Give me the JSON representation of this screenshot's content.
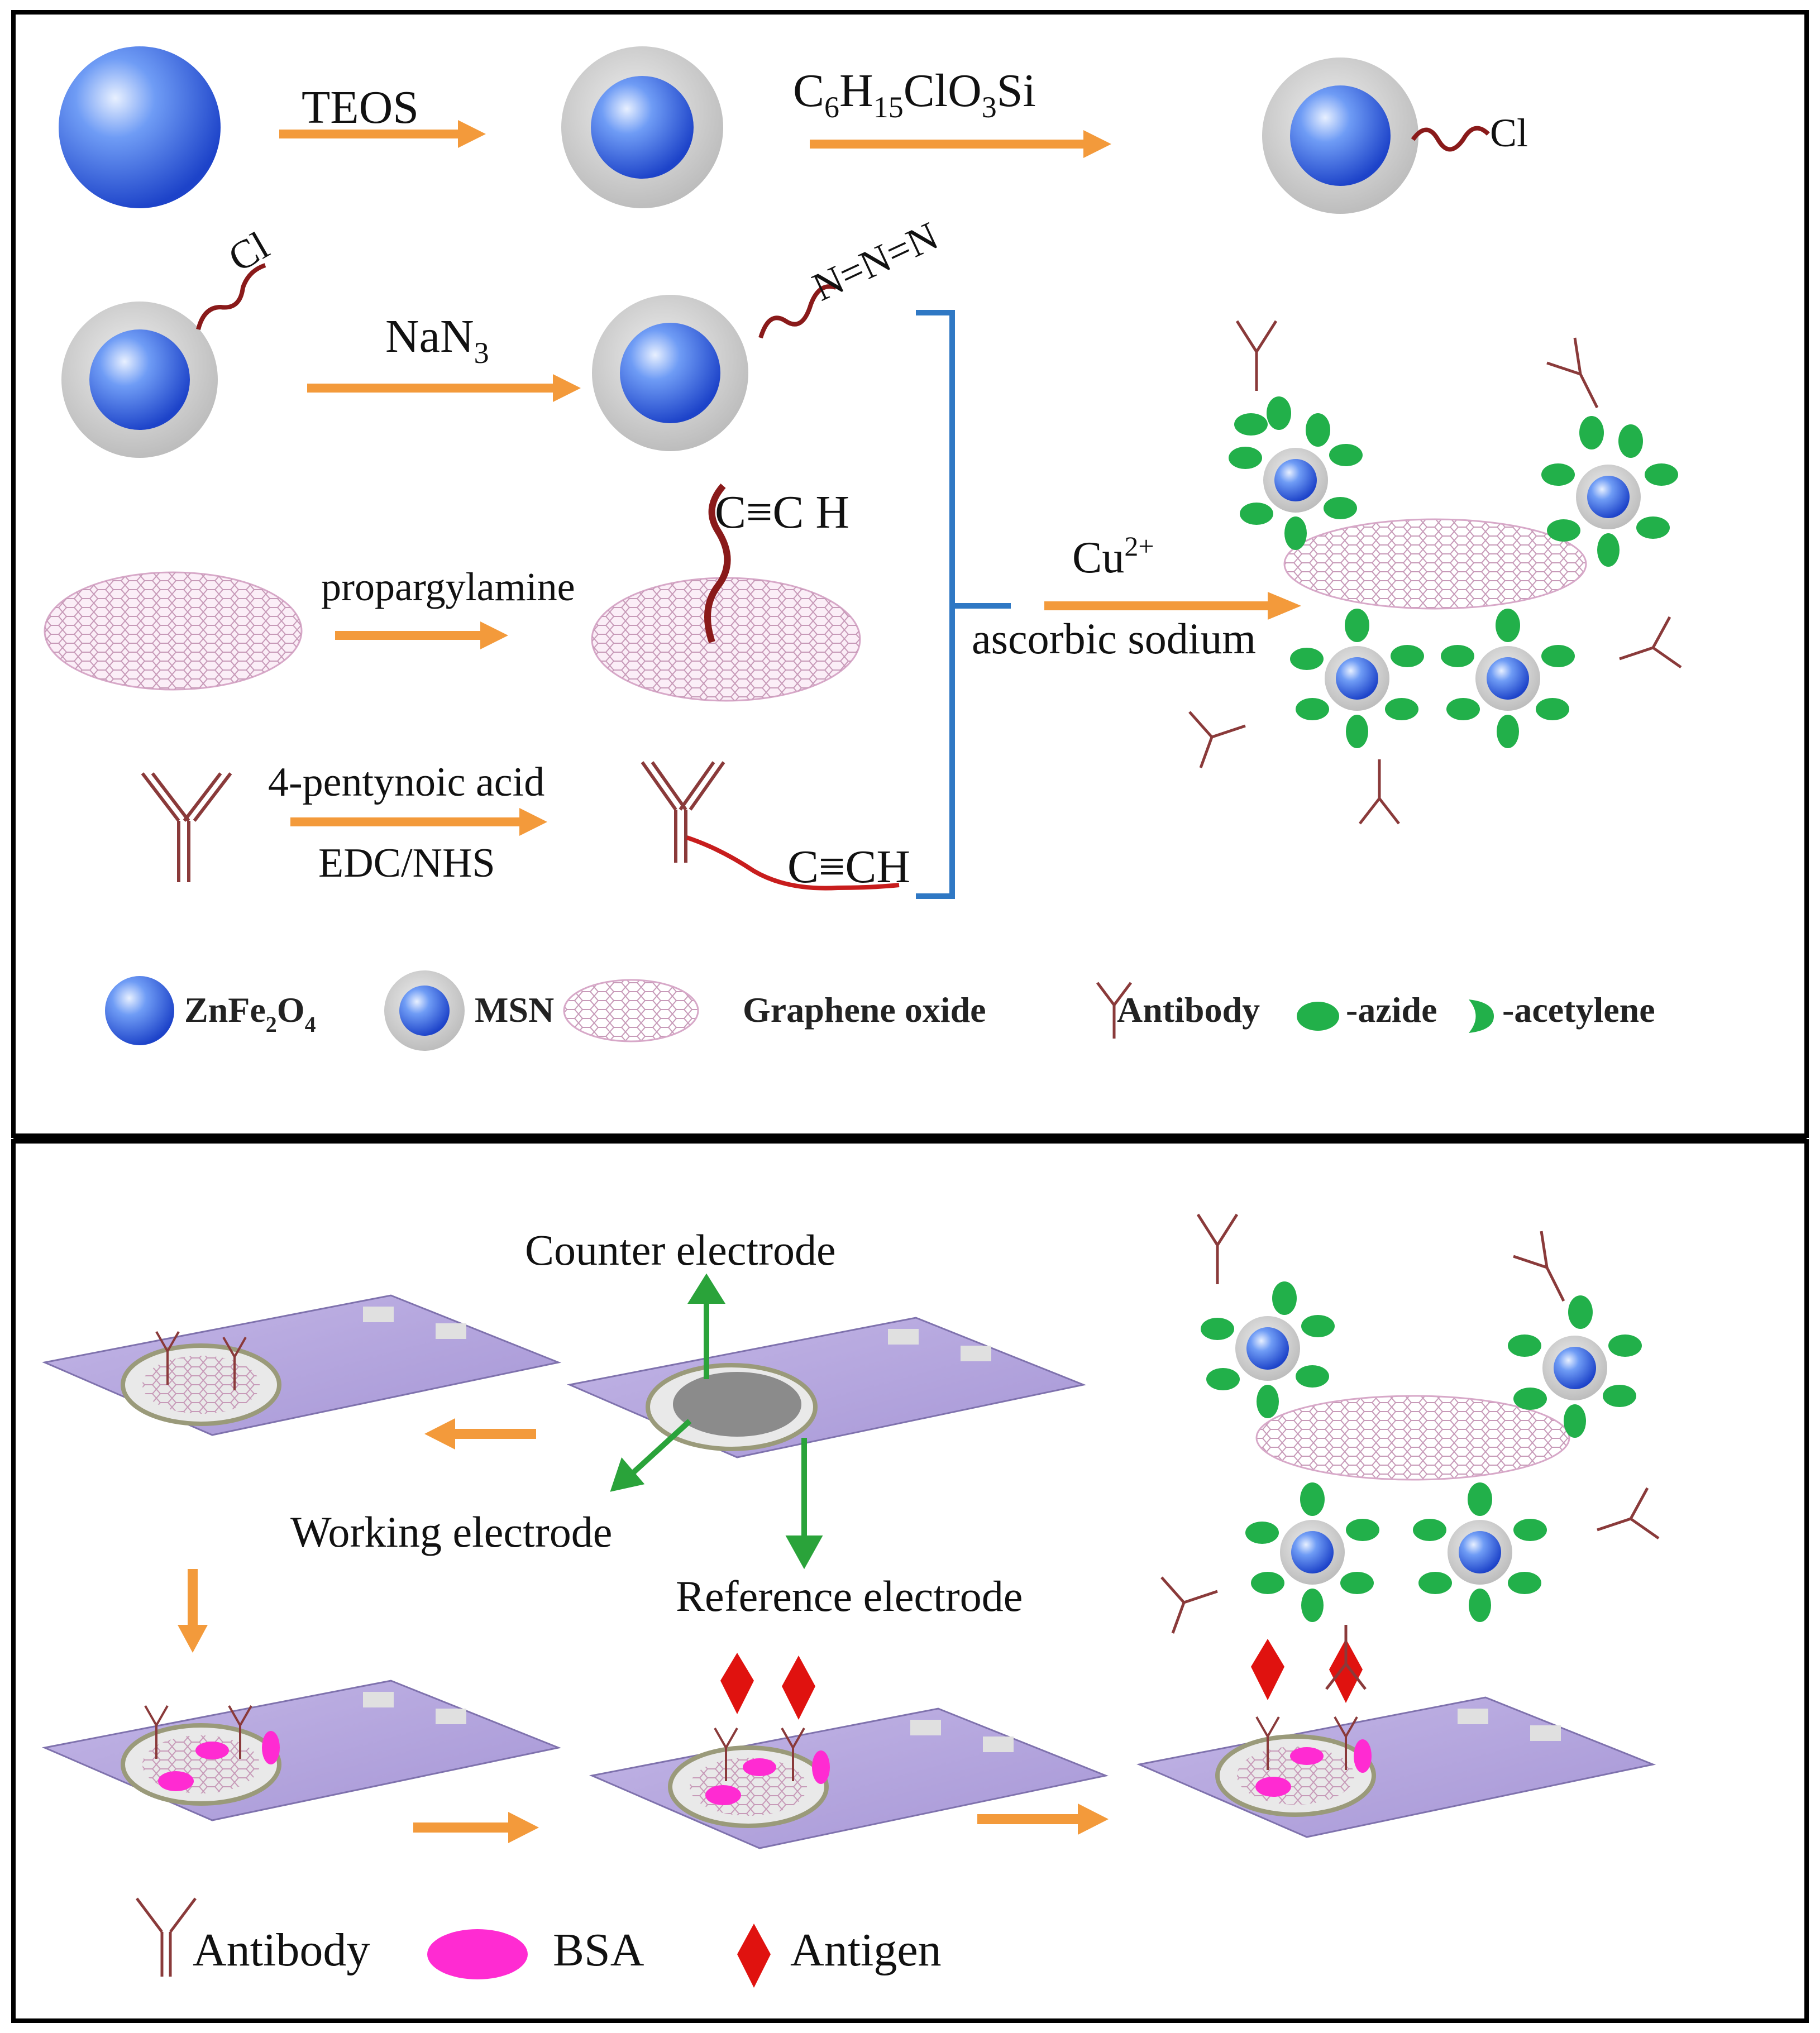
{
  "scheme_top": {
    "step1": {
      "reagent": "TEOS"
    },
    "step2": {
      "reagent_main": "C",
      "sub6": "6",
      "reagent_h": "H",
      "sub15": "15",
      "reagent_clo": "ClO",
      "sub3": "3",
      "reagent_si": "Si"
    },
    "chloro_label": "Cl",
    "step3": {
      "reagent": "NaN",
      "sub3": "3",
      "start_label": "Cl",
      "product_label": "N=N=N"
    },
    "step4": {
      "reagent": "propargylamine",
      "product_label": "C≡C H"
    },
    "step5": {
      "reagent_top": "4-pentynoic acid",
      "reagent_bottom": "EDC/NHS",
      "product_label": "C≡CH"
    },
    "click": {
      "reagent_top": "Cu",
      "sup": "2+",
      "reagent_bottom": "ascorbic sodium"
    },
    "legend": {
      "znfe": "ZnFe",
      "znfe_sub2": "2",
      "znfe_o": "O",
      "znfe_sub4": "4",
      "msn": "MSN",
      "go": "Graphene oxide",
      "antibody": "Antibody",
      "azide": "-azide",
      "acetylene": "-acetylene"
    }
  },
  "scheme_bottom": {
    "counter_electrode": "Counter electrode",
    "working_electrode": "Working electrode",
    "reference_electrode": "Reference electrode",
    "legend": {
      "antibody": "Antibody",
      "bsa": "BSA",
      "antigen": "Antigen"
    }
  }
}
